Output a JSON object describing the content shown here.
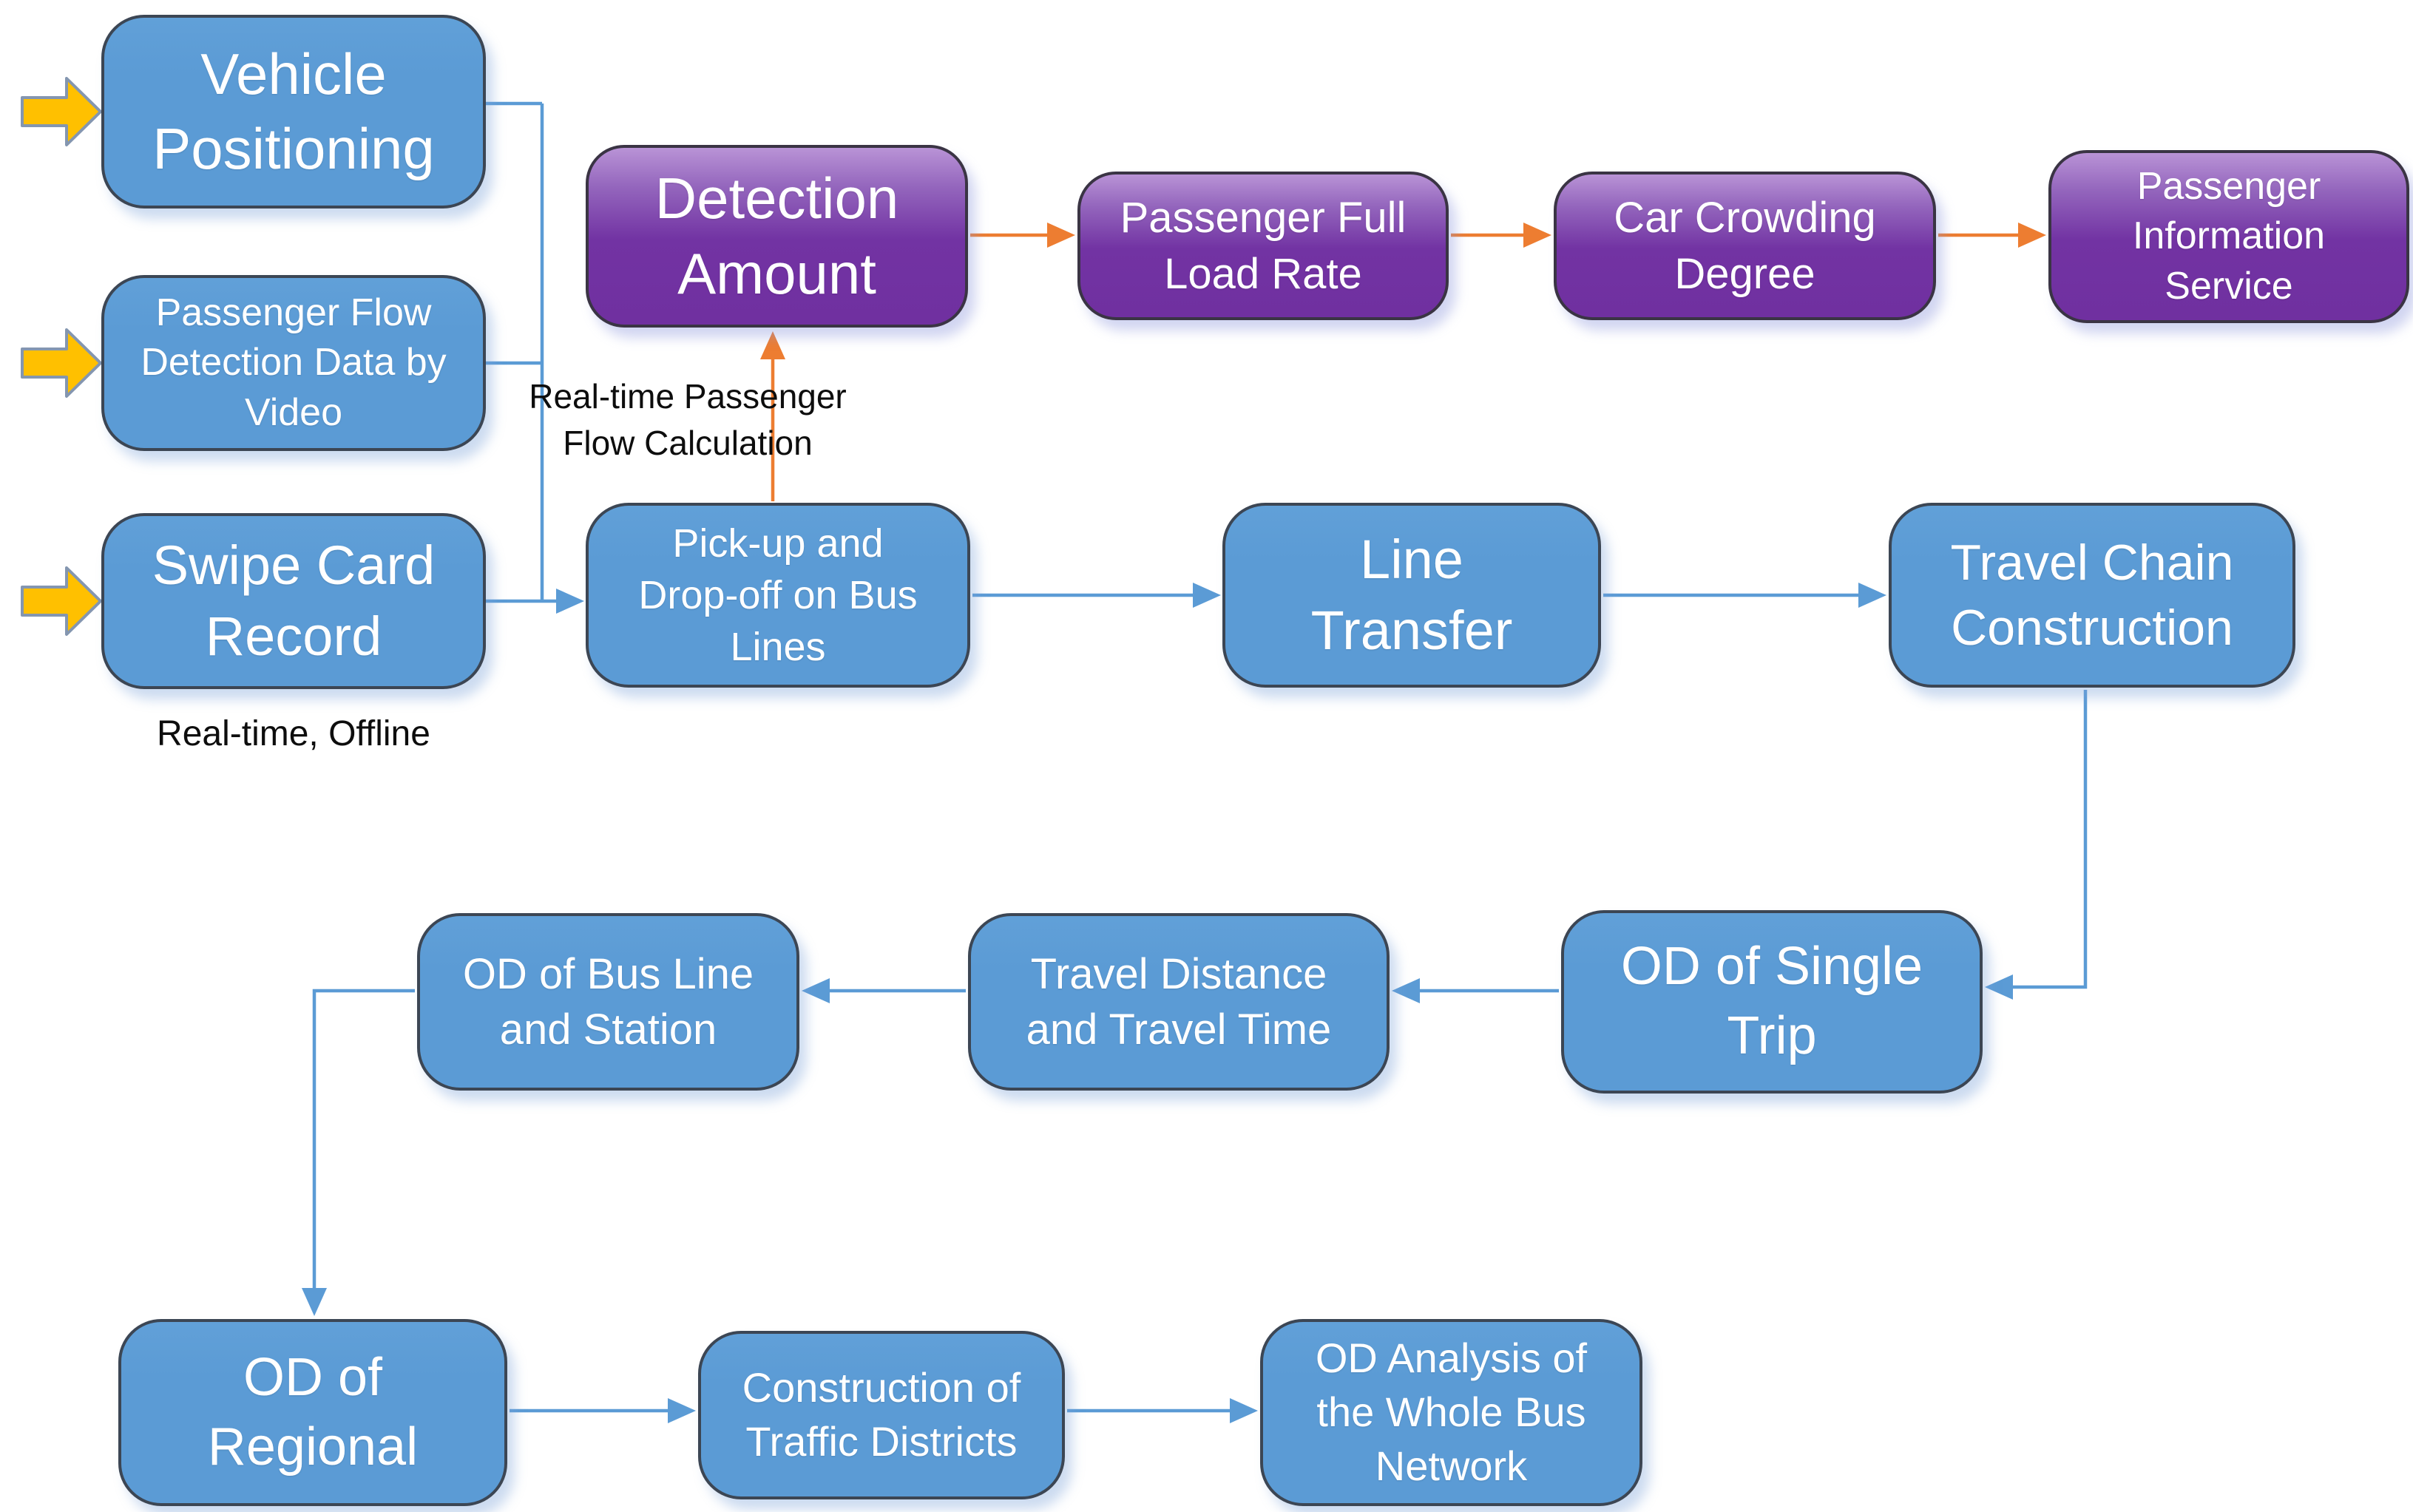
{
  "diagram": {
    "title": "Bus passenger flow OD analysis flowchart",
    "background": "#ffffff"
  },
  "colors": {
    "blue_box_fill": "#5B9BD5",
    "blue_box_border": "#3C4654",
    "purple_box_top": "#B993D6",
    "purple_box_bottom": "#7030A0",
    "purple_box_border": "#3A3444",
    "connector_blue": "#5B9BD5",
    "connector_orange": "#ED7D31",
    "input_arrow_fill": "#FFC000",
    "input_arrow_border": "#8496B0",
    "box_text": "#FFFFFF",
    "label_text": "#0D0D0D"
  },
  "nodes": {
    "vehicle_positioning": {
      "label": "Vehicle\nPositioning",
      "type": "blue"
    },
    "passenger_flow_video": {
      "label": "Passenger Flow\nDetection Data by\nVideo",
      "type": "blue"
    },
    "swipe_card": {
      "label": "Swipe Card\nRecord",
      "type": "blue"
    },
    "detection_amount": {
      "label": "Detection\nAmount",
      "type": "purple"
    },
    "passenger_full_load": {
      "label": "Passenger Full\nLoad Rate",
      "type": "purple"
    },
    "car_crowding": {
      "label": "Car Crowding\nDegree",
      "type": "purple"
    },
    "passenger_info": {
      "label": "Passenger\nInformation\nService",
      "type": "purple"
    },
    "pickup_dropoff": {
      "label": "Pick-up and\nDrop-off on Bus\nLines",
      "type": "blue"
    },
    "line_transfer": {
      "label": "Line\nTransfer",
      "type": "blue"
    },
    "travel_chain": {
      "label": "Travel Chain\nConstruction",
      "type": "blue"
    },
    "od_single_trip": {
      "label": "OD of Single\nTrip",
      "type": "blue"
    },
    "travel_distance": {
      "label": "Travel Distance\nand Travel Time",
      "type": "blue"
    },
    "od_bus_line": {
      "label": "OD of Bus Line\nand Station",
      "type": "blue"
    },
    "od_regional": {
      "label": "OD of\nRegional",
      "type": "blue"
    },
    "construction_districts": {
      "label": "Construction of\nTraffic Districts",
      "type": "blue"
    },
    "od_analysis": {
      "label": "OD Analysis of\nthe Whole Bus\nNetwork",
      "type": "blue"
    }
  },
  "labels": {
    "realtime_calc": {
      "text": "Real-time Passenger\nFlow Calculation"
    },
    "realtime_offline": {
      "text": "Real-time, Offline"
    }
  },
  "edges": [
    {
      "from": "external-input",
      "to": "vehicle_positioning",
      "style": "yellow-block-arrow"
    },
    {
      "from": "external-input",
      "to": "passenger_flow_video",
      "style": "yellow-block-arrow"
    },
    {
      "from": "external-input",
      "to": "swipe_card",
      "style": "yellow-block-arrow"
    },
    {
      "from": "vehicle_positioning",
      "to": "pickup_dropoff",
      "style": "blue"
    },
    {
      "from": "passenger_flow_video",
      "to": "pickup_dropoff",
      "style": "blue"
    },
    {
      "from": "swipe_card",
      "to": "pickup_dropoff",
      "style": "blue"
    },
    {
      "from": "pickup_dropoff",
      "to": "detection_amount",
      "style": "orange"
    },
    {
      "from": "detection_amount",
      "to": "passenger_full_load",
      "style": "orange"
    },
    {
      "from": "passenger_full_load",
      "to": "car_crowding",
      "style": "orange"
    },
    {
      "from": "car_crowding",
      "to": "passenger_info",
      "style": "orange"
    },
    {
      "from": "pickup_dropoff",
      "to": "line_transfer",
      "style": "blue"
    },
    {
      "from": "line_transfer",
      "to": "travel_chain",
      "style": "blue"
    },
    {
      "from": "travel_chain",
      "to": "od_single_trip",
      "style": "blue"
    },
    {
      "from": "od_single_trip",
      "to": "travel_distance",
      "style": "blue"
    },
    {
      "from": "travel_distance",
      "to": "od_bus_line",
      "style": "blue"
    },
    {
      "from": "od_bus_line",
      "to": "od_regional",
      "style": "blue"
    },
    {
      "from": "od_regional",
      "to": "construction_districts",
      "style": "blue"
    },
    {
      "from": "construction_districts",
      "to": "od_analysis",
      "style": "blue"
    }
  ]
}
